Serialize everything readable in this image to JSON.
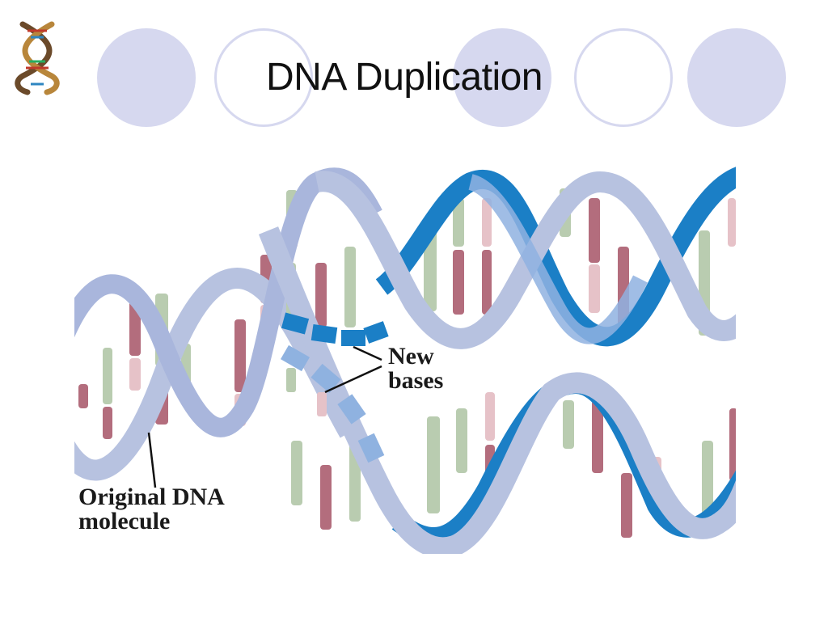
{
  "slide": {
    "title": "DNA Duplication",
    "logo_icon": "dna-helix-icon",
    "decor_circles": [
      "filled",
      "outline",
      "filled",
      "outline",
      "filled"
    ],
    "accent_color": "#d6d8ef"
  },
  "figure": {
    "icon": "dna-replication-illustration",
    "labels": {
      "new_bases_line1": "New",
      "new_bases_line2": "bases",
      "original_line1": "Original DNA",
      "original_line2": "molecule"
    },
    "colors": {
      "backbone_light": "#b7c2e0",
      "backbone_dark": "#1b7fc6",
      "base_red": "#b36d7d",
      "base_green": "#b9ccb0",
      "base_pink": "#e6c2c8"
    }
  }
}
